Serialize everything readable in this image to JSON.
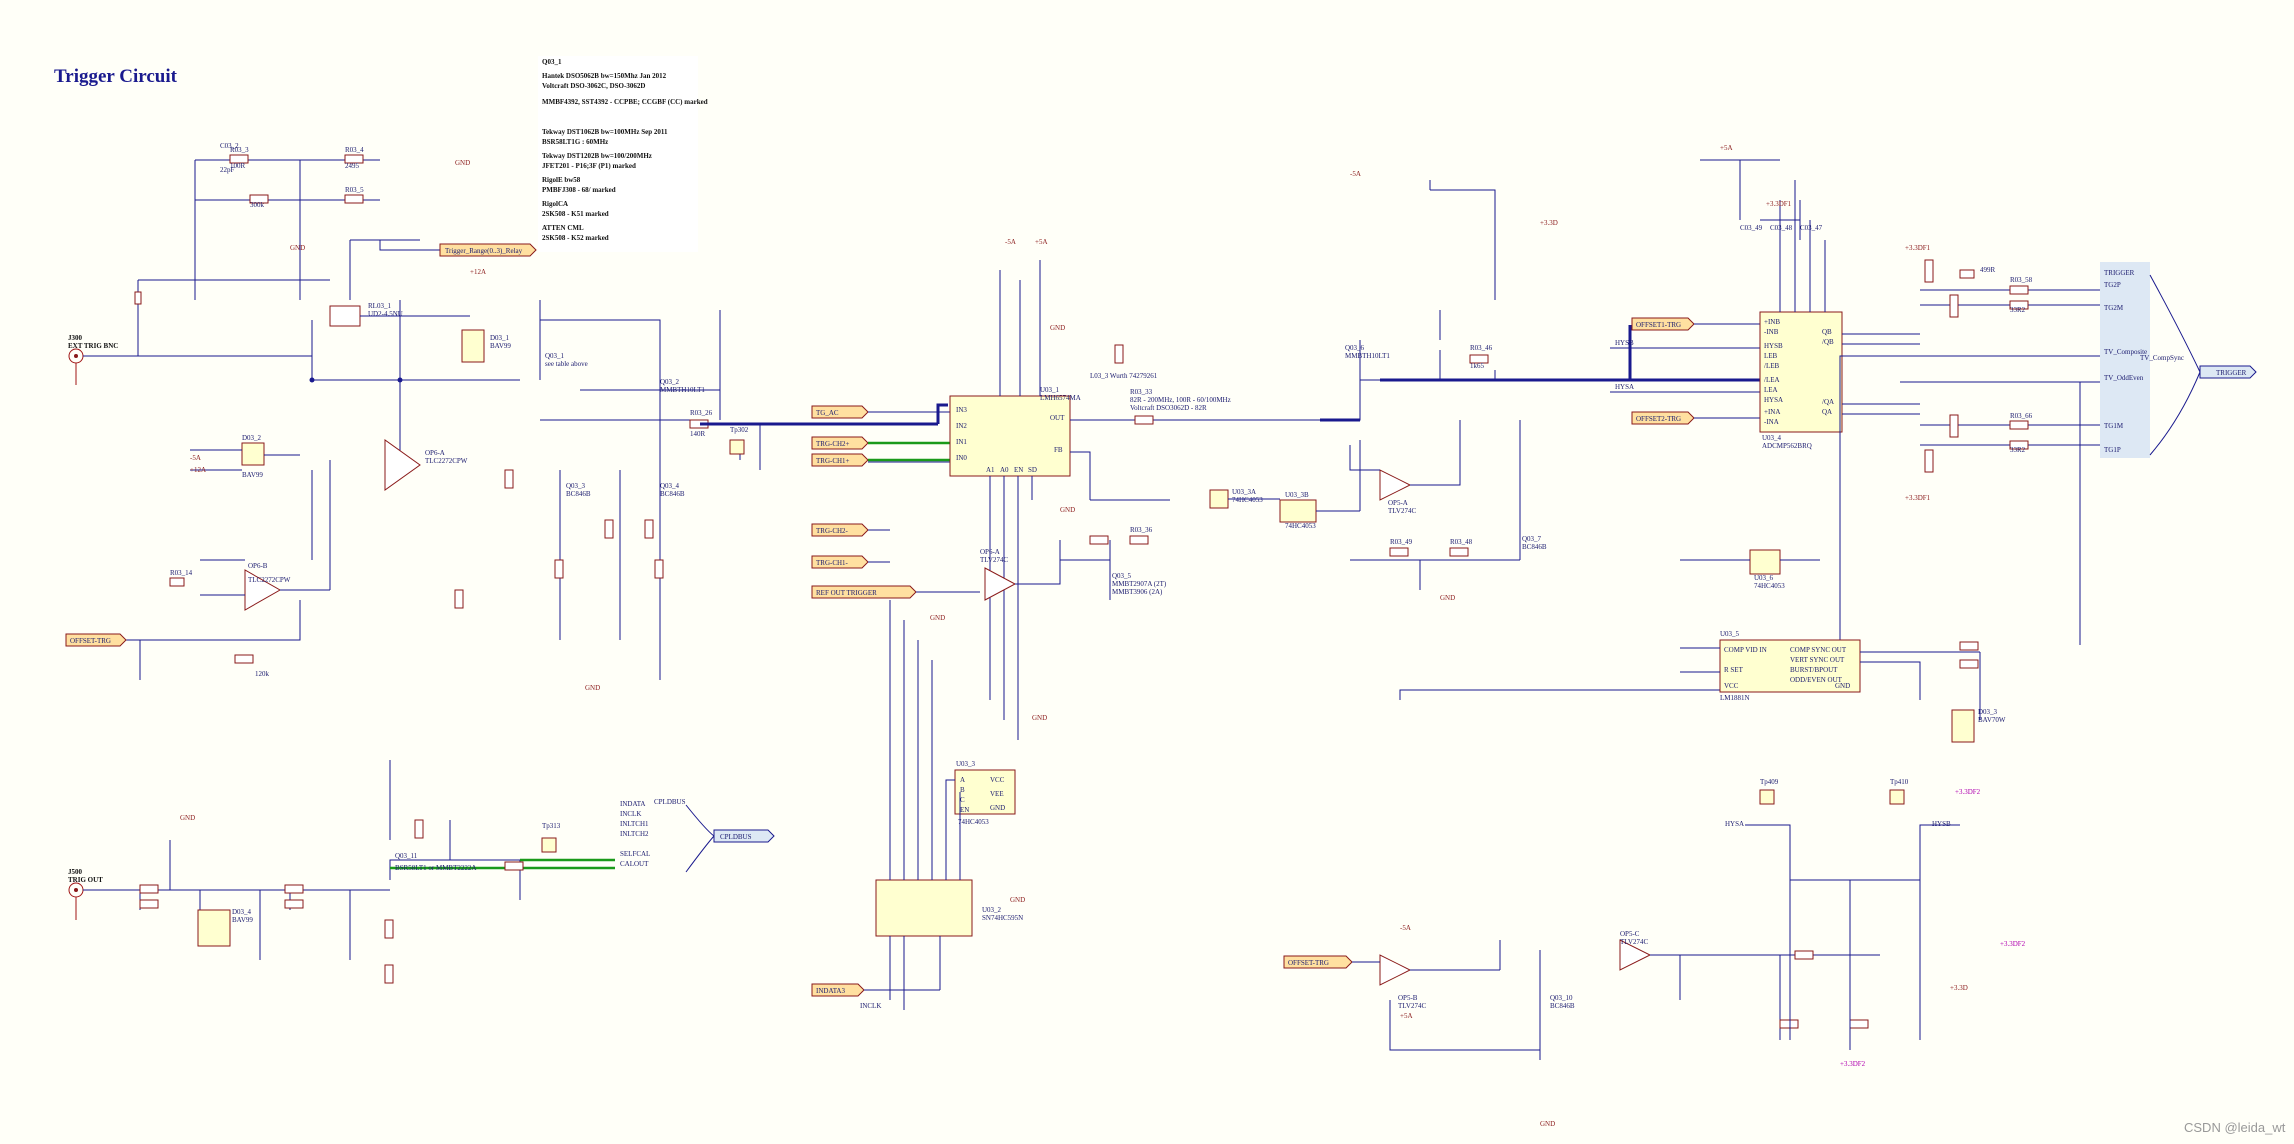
{
  "title": "Trigger Circuit",
  "notes": [
    "Q03_1",
    "Hantek DSO5062B bw=150Mhz Jan 2012",
    "Voltcraft DSO-3062C, DSO-3062D",
    "MMBF4392, SST4392 - CCPBE; CCGBF (CC) marked",
    "Tekway DST1062B bw=100MHz Sep 2011",
    "BSR58LT1G : 60MHz",
    "Tekway DST1202B bw=100/200MHz",
    "JFET201 - P16;3F (P1) marked",
    "RigolE bw58",
    "PMBFJ308 - 68/ marked",
    "RigolCA",
    "2SK508 - K51 marked",
    "ATTEN CML",
    "2SK508 - K52 marked"
  ],
  "net_labels": {
    "trigger_range": "Trigger_Range(0..3)_Relay",
    "tg_ac": "TG_AC",
    "trg_ch2p": "TRG-CH2+",
    "trg_ch1p": "TRG-CH1+",
    "trg_ch2n": "TRG-CH2-",
    "trg_ch1n": "TRG-CH1-",
    "ref_out": "REF OUT TRIGGER",
    "offset_trg": "OFFSET-TRG",
    "offset1": "OFFSET1-TRG",
    "offset2": "OFFSET2-TRG",
    "indata": "INDATA3",
    "inclk": "INCLK",
    "trigger": "TRIGGER",
    "tv_composite": "TV_Composite",
    "tv_oddeven": "TV_OddEven",
    "tv_compsync": "TV_CompSync",
    "hysa": "HYSA",
    "hysb": "HYSB",
    "cplopus": "CPLDBUS"
  },
  "connectors": {
    "ext_trig": [
      "J300",
      "EXT TRIG BNC"
    ],
    "trig_out": [
      "J500",
      "TRIG OUT"
    ]
  },
  "chips": {
    "u03_1": [
      "U03_1",
      "LMH6574MA"
    ],
    "u03_2": [
      "U03_2",
      "SN74HC595N"
    ],
    "u03_3": [
      "U03_3",
      "74HC4053"
    ],
    "u03_4": [
      "U03_4",
      "ADCMP562BRQ"
    ],
    "u03_5": [
      "U03_5",
      "LM1881N"
    ],
    "u03_6": [
      "U03_6",
      "74HC4053"
    ],
    "op_a": [
      "OP6-A",
      "TLC2272CPW"
    ],
    "op_b": [
      "OP6-B",
      "TLC2272CPW"
    ]
  },
  "mux_inputs": [
    "IN3",
    "IN2",
    "IN1",
    "IN0",
    "OUT",
    "FB",
    "A1",
    "A0",
    "EN",
    "SD"
  ],
  "comp_pins": [
    "+INB",
    "-INB",
    "HYSB",
    "LEB",
    "/LEB",
    "/LEA",
    "LEA",
    "HYSA",
    "+INA",
    "-INA",
    "QB",
    "/QB",
    "/QA",
    "QA"
  ],
  "sync_pins": [
    "COMP VID IN",
    "COMP SYNC OUT",
    "VERT SYNC OUT",
    "BURST/BPOUT",
    "ODD/EVEN OUT",
    "R SET",
    "VCC",
    "GND"
  ],
  "bus_signals": [
    "INDATA",
    "INCLK",
    "INLTCH1",
    "INLTCH2",
    "SELFCAL",
    "CALOUT"
  ],
  "right_labels": [
    "TRIGGER",
    "TG2P",
    "TG2M",
    "TG1M",
    "TG1P"
  ],
  "watermark": "CSDN @leida_wt",
  "colors": {
    "wire": "#1a1a8e",
    "part": "#8a1a1a",
    "bus": "#1a9a1a",
    "label_fill": "#ffe0a0"
  }
}
